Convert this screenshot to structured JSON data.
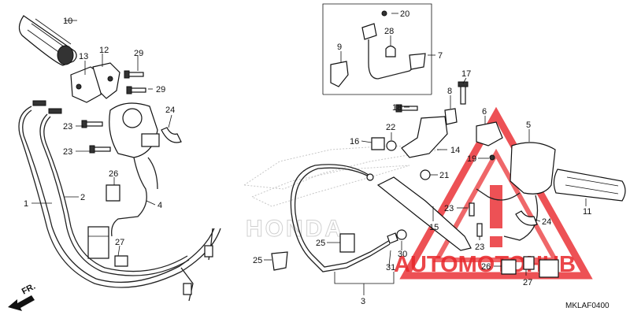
{
  "diagram": {
    "code": "MKLAF0400",
    "direction_label": "FR.",
    "brand_watermark": "HONDA",
    "watermark": {
      "text": "AUTOMOTOHUB",
      "color_red": "#e8262a",
      "color_dark": "#1e1e1e"
    },
    "part_labels": {
      "p1": "1",
      "p2": "2",
      "p3": "3",
      "p4": "4",
      "p5": "5",
      "p6": "6",
      "p7": "7",
      "p8": "8",
      "p9": "9",
      "p10": "10",
      "p11": "11",
      "p12": "12",
      "p13": "13",
      "p14": "14",
      "p15": "15",
      "p16": "16",
      "p17": "17",
      "p18": "18",
      "p19": "19",
      "p20": "20",
      "p21": "21",
      "p22": "22",
      "p23a": "23",
      "p23b": "23",
      "p23c": "23",
      "p23d": "23",
      "p24a": "24",
      "p24b": "24",
      "p25a": "25",
      "p25b": "25",
      "p26a": "26",
      "p26b": "26",
      "p27a": "27",
      "p27b": "27",
      "p28": "28",
      "p29a": "29",
      "p29b": "29",
      "p30": "30",
      "p31": "31"
    }
  }
}
